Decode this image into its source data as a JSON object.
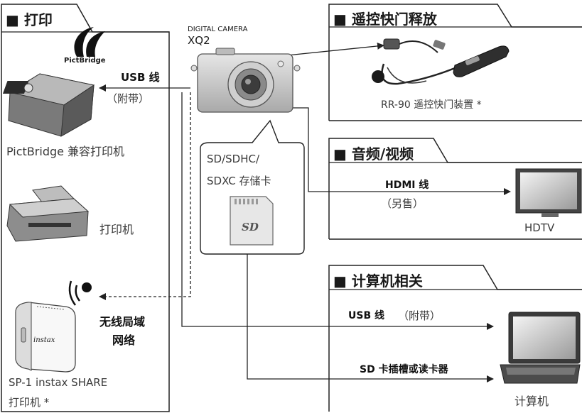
{
  "camera": {
    "model_line": "DIGITAL CAMERA",
    "model": "XQ2"
  },
  "sections": {
    "print": {
      "title": "■ 打印"
    },
    "remote": {
      "title": "■ 遥控快门释放"
    },
    "av": {
      "title": "■ 音频/视频"
    },
    "computer": {
      "title": "■ 计算机相关"
    }
  },
  "print": {
    "pictbridge_logo": "PictBridge",
    "pictbridge_printer": "PictBridge 兼容打印机",
    "printer": "打印机",
    "sp1_line1": "SP-1 instax SHARE",
    "sp1_line2": "打印机 *",
    "instax_brand": "instax"
  },
  "links": {
    "usb_print_main": "USB 线",
    "usb_print_sub": "（附带）",
    "wireless_line1": "无线局域",
    "wireless_line2": "网络",
    "hdmi_main": "HDMI 线",
    "hdmi_sub": "（另售）",
    "usb_pc_main": "USB 线",
    "usb_pc_sub": "（附带）",
    "sd_slot": "SD 卡插槽或读卡器"
  },
  "sdcard": {
    "line1": "SD/SDHC/",
    "line2": "SDXC 存储卡"
  },
  "devices": {
    "remote": "RR-90 遥控快门装置 *",
    "hdtv": "HDTV",
    "computer": "计算机"
  }
}
